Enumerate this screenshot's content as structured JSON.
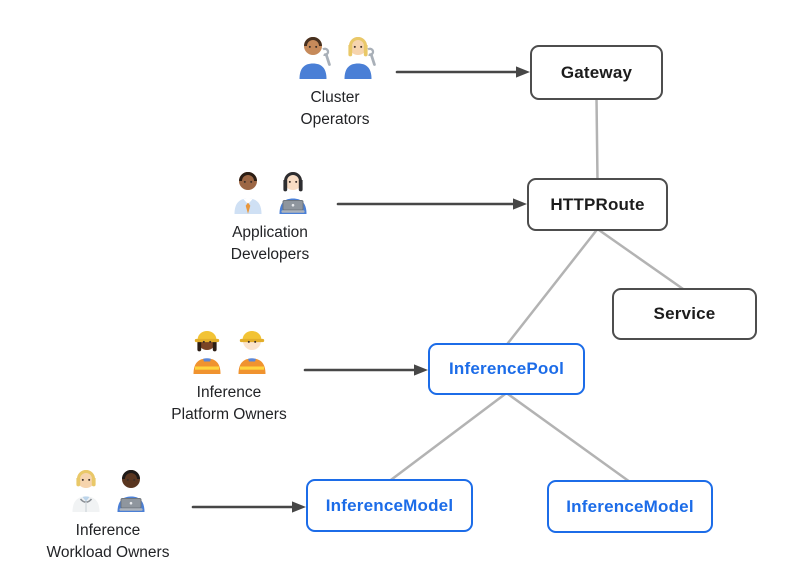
{
  "colors": {
    "blue": "#1c6ce8",
    "dark_border": "#4d4d4d",
    "line_gray": "#b3b3b3",
    "arrow": "#474747",
    "text": "#222326"
  },
  "nodes": [
    {
      "id": "gateway",
      "label": "Gateway",
      "style": "dark"
    },
    {
      "id": "httproute",
      "label": "HTTPRoute",
      "style": "dark"
    },
    {
      "id": "service",
      "label": "Service",
      "style": "dark"
    },
    {
      "id": "inferencepool",
      "label": "InferencePool",
      "style": "blue"
    },
    {
      "id": "inferencemodel1",
      "label": "InferenceModel",
      "style": "blue"
    },
    {
      "id": "inferencemodel2",
      "label": "InferenceModel",
      "style": "blue"
    }
  ],
  "actors": [
    {
      "id": "cluster-operators",
      "label_lines": [
        "Cluster",
        "Operators"
      ],
      "emoji_names": [
        "man-mechanic-icon",
        "woman-mechanic-icon"
      ]
    },
    {
      "id": "application-developers",
      "label_lines": [
        "Application",
        "Developers"
      ],
      "emoji_names": [
        "man-office-worker-icon",
        "woman-technologist-icon"
      ]
    },
    {
      "id": "inference-platform-owners",
      "label_lines": [
        "Inference",
        "Platform Owners"
      ],
      "emoji_names": [
        "woman-construction-worker-icon",
        "man-construction-worker-icon"
      ]
    },
    {
      "id": "inference-workload-owners",
      "label_lines": [
        "Inference",
        "Workload Owners"
      ],
      "emoji_names": [
        "health-worker-icon",
        "man-technologist-icon"
      ]
    }
  ],
  "edges": [
    {
      "from": "gateway",
      "to": "httproute"
    },
    {
      "from": "httproute",
      "to": "inferencepool"
    },
    {
      "from": "httproute",
      "to": "service"
    },
    {
      "from": "inferencepool",
      "to": "inferencemodel1"
    },
    {
      "from": "inferencepool",
      "to": "inferencemodel2"
    }
  ],
  "arrows": [
    {
      "from": "cluster-operators",
      "to": "gateway"
    },
    {
      "from": "application-developers",
      "to": "httproute"
    },
    {
      "from": "inference-platform-owners",
      "to": "inferencepool"
    },
    {
      "from": "inference-workload-owners",
      "to": "inferencemodel1"
    }
  ],
  "people": {
    "man-mechanic-icon": {
      "skin": "#c68a5a",
      "hair": "#47301f",
      "hairstyle": "short",
      "shirt": "#4a7fd6",
      "accessory": "wrench"
    },
    "woman-mechanic-icon": {
      "skin": "#f6d4ae",
      "hair": "#e9c868",
      "hairstyle": "long",
      "shirt": "#4a7fd6",
      "accessory": "wrench"
    },
    "man-office-worker-icon": {
      "skin": "#9c6644",
      "hair": "#2b1d14",
      "hairstyle": "short",
      "shirt": "#cfe0f4",
      "accessory": "tie"
    },
    "woman-technologist-icon": {
      "skin": "#f8dcc4",
      "hair": "#2d2d30",
      "hairstyle": "long",
      "shirt": "#4a7fd6",
      "accessory": "laptop"
    },
    "woman-construction-worker-icon": {
      "skin": "#7a4426",
      "hair": "#2b1d14",
      "hairstyle": "hardhat-long",
      "shirt": "#f0932f",
      "accessory": "vest"
    },
    "man-construction-worker-icon": {
      "skin": "#fbe3cd",
      "hair": "#6b4a2e",
      "hairstyle": "hardhat",
      "shirt": "#f0932f",
      "accessory": "vest"
    },
    "health-worker-icon": {
      "skin": "#f6d4ae",
      "hair": "#e9c868",
      "hairstyle": "medium",
      "shirt": "#f1f3f4",
      "accessory": "coat"
    },
    "man-technologist-icon": {
      "skin": "#5a3620",
      "hair": "#1e1a18",
      "hairstyle": "short",
      "shirt": "#4a7fd6",
      "accessory": "laptop"
    }
  }
}
